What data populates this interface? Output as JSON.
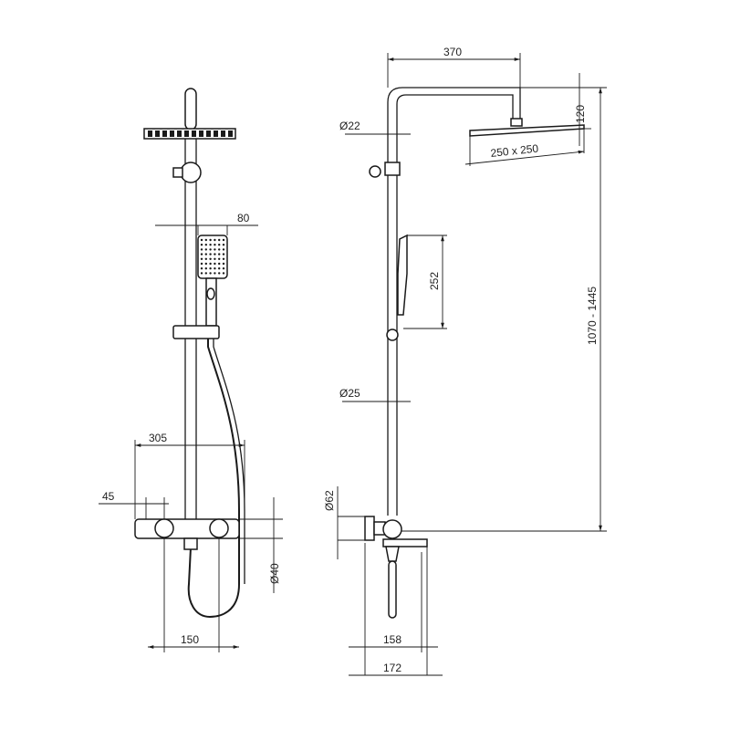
{
  "title": "Shower column technical drawing",
  "front_view": {
    "dim_handshower_width": "80",
    "dim_body_reach": "305",
    "dim_offset": "45",
    "dim_pipe_dia": "Ø40",
    "dim_knob_spacing": "150"
  },
  "side_view": {
    "dim_arm_length": "370",
    "dim_head_height": "120",
    "dim_arm_dia": "Ø22",
    "dim_head_size": "250 x 250",
    "dim_handshower_length": "252",
    "dim_rail_dia": "Ø25",
    "dim_height_range": "1070 - 1445",
    "dim_valve_dia": "Ø62",
    "dim_spout_158": "158",
    "dim_spout_172": "172"
  }
}
